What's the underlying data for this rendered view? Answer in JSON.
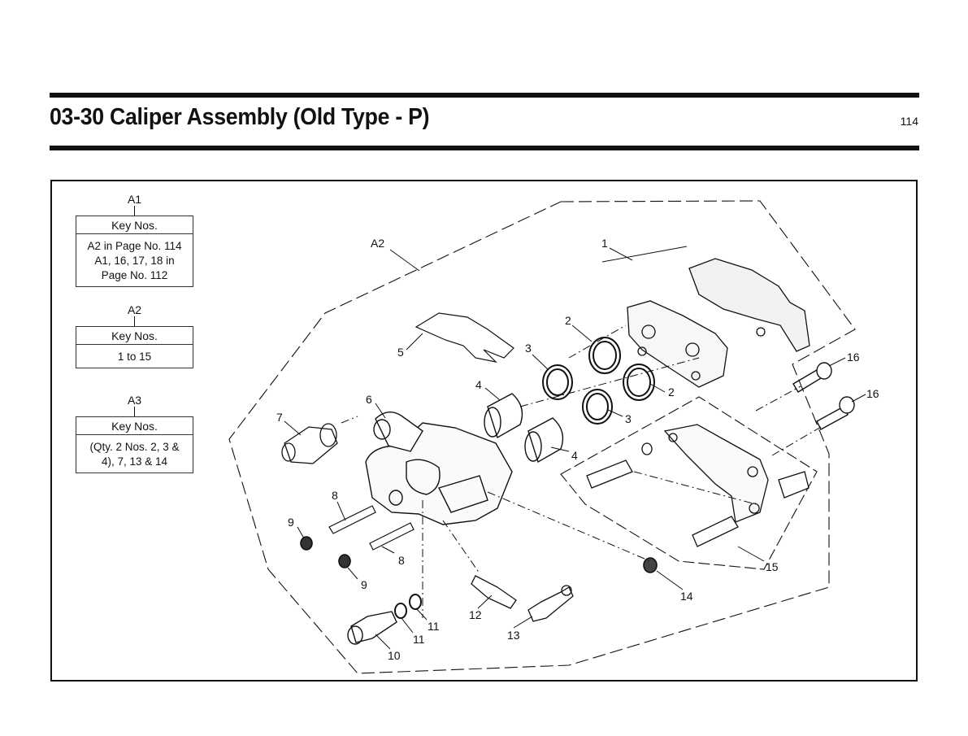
{
  "header": {
    "title": "03-30 Caliper Assembly (Old Type - P)",
    "page_number": "114"
  },
  "key_tables": [
    {
      "label": "A1",
      "heading": "Key Nos.",
      "lines": [
        "A2 in Page No. 114",
        "A1, 16, 17, 18 in",
        "Page No. 112"
      ]
    },
    {
      "label": "A2",
      "heading": "Key Nos.",
      "lines": [
        "1 to 15"
      ]
    },
    {
      "label": "A3",
      "heading": "Key Nos.",
      "lines": [
        "(Qty. 2 Nos. 2, 3 &",
        "4), 7, 13 & 14"
      ]
    }
  ],
  "callouts": {
    "a2": "A2",
    "c1": "1",
    "c2a": "2",
    "c2b": "2",
    "c3a": "3",
    "c3b": "3",
    "c4a": "4",
    "c4b": "4",
    "c5": "5",
    "c6": "6",
    "c7": "7",
    "c8a": "8",
    "c8b": "8",
    "c9a": "9",
    "c9b": "9",
    "c10": "10",
    "c11a": "11",
    "c11b": "11",
    "c12": "12",
    "c13": "13",
    "c14": "14",
    "c15": "15",
    "c16a": "16",
    "c16b": "16"
  }
}
